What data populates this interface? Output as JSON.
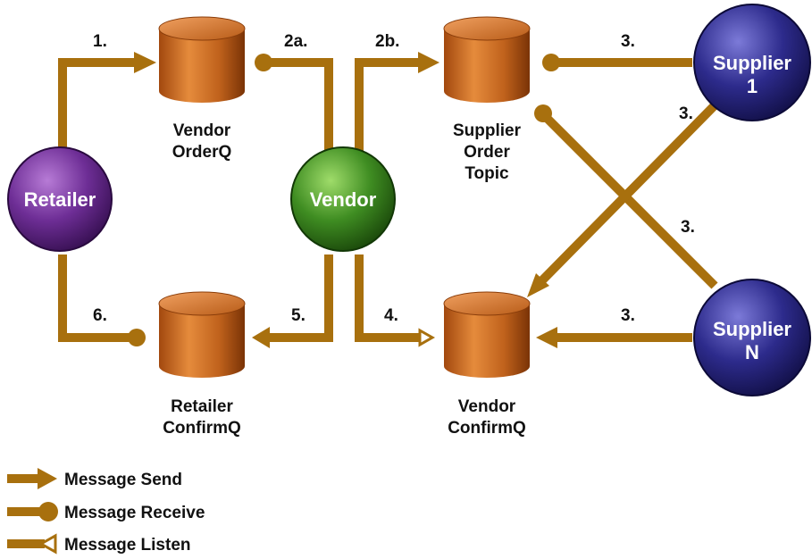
{
  "colors": {
    "arrow": "#a8700e",
    "arrow_dark": "#7a4f06",
    "queue_light": "#d8782a",
    "queue_dark": "#8a3d0a",
    "retailer": "#6a2d90",
    "vendor": "#3d8a20",
    "supplier": "#2c2a8a"
  },
  "actors": {
    "retailer": "Retailer",
    "vendor": "Vendor",
    "supplier1_line1": "Supplier",
    "supplier1_line2": "1",
    "supplierN_line1": "Supplier",
    "supplierN_line2": "N"
  },
  "queues": {
    "vendor_orderq": [
      "Vendor",
      "OrderQ"
    ],
    "supplier_order_topic": [
      "Supplier",
      "Order",
      "Topic"
    ],
    "retailer_confirmq": [
      "Retailer",
      "ConfirmQ"
    ],
    "vendor_confirmq": [
      "Vendor",
      "ConfirmQ"
    ]
  },
  "steps": {
    "s1": "1.",
    "s2a": "2a.",
    "s2b": "2b.",
    "s3_top": "3.",
    "s3_right_upper": "3.",
    "s3_right_lower": "3.",
    "s3_bottom": "3.",
    "s4": "4.",
    "s5": "5.",
    "s6": "6."
  },
  "legend": {
    "send": "Message Send",
    "receive": "Message Receive",
    "listen": "Message Listen"
  }
}
